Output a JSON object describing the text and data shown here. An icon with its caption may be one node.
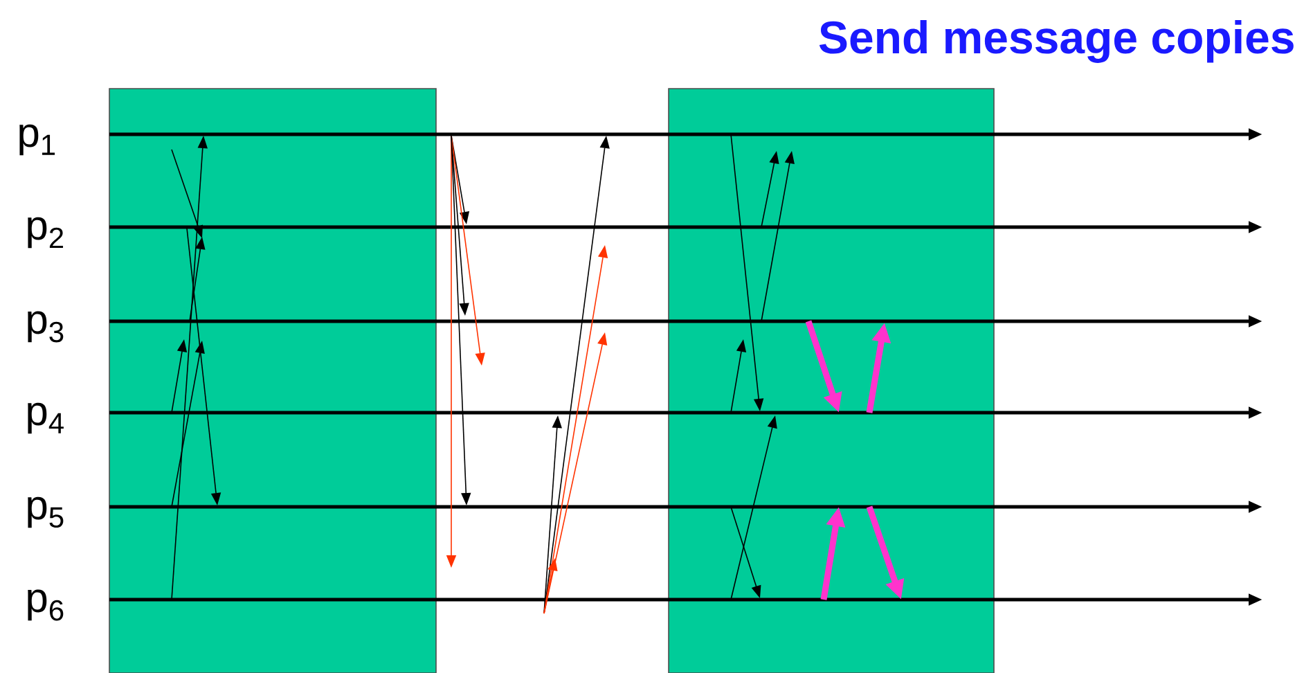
{
  "diagram": {
    "title": "Send message copies",
    "labels": [
      "p$_{1}$",
      "p$_{2}$",
      "p$_{3}$",
      "p$_{4}$",
      "p$_{5}$",
      "p$_{6}$"
    ]
  }
}
